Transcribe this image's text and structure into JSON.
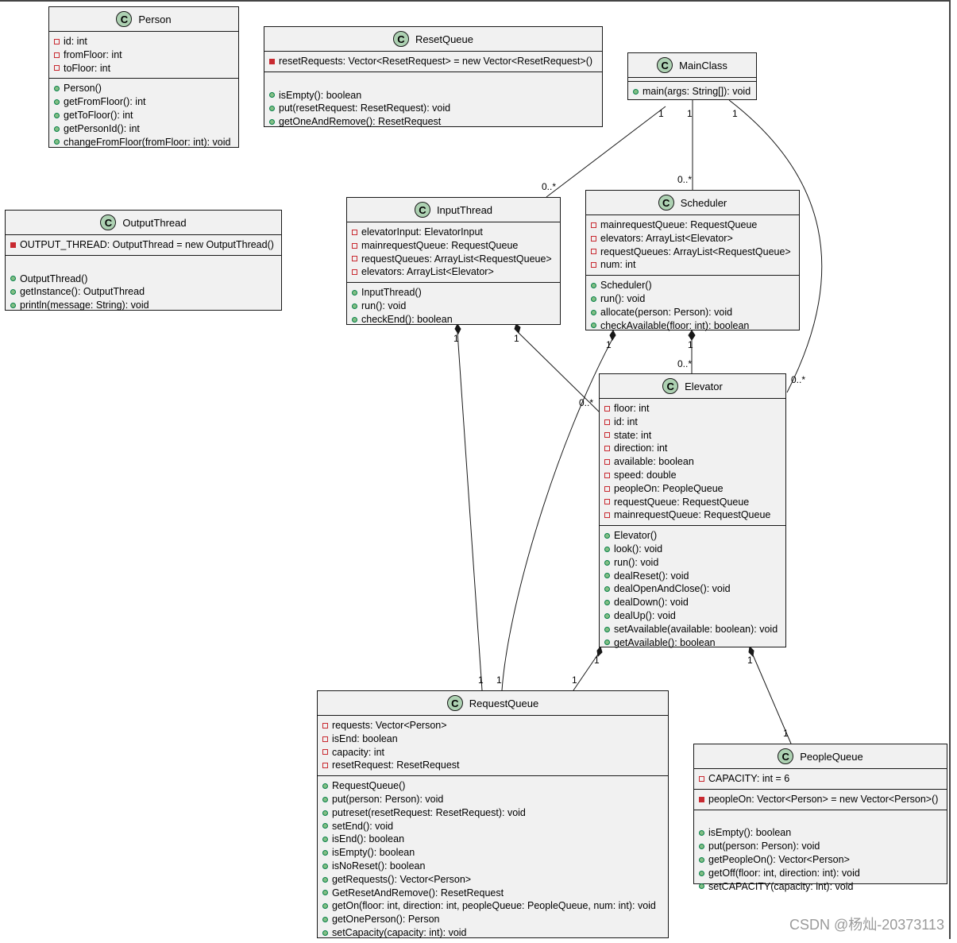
{
  "classes": {
    "person": {
      "name": "Person",
      "fields": [
        {
          "vis": "priv",
          "text": "id: int"
        },
        {
          "vis": "priv",
          "text": "fromFloor: int"
        },
        {
          "vis": "priv",
          "text": "toFloor: int"
        }
      ],
      "methods": [
        {
          "vis": "pub",
          "text": "Person()"
        },
        {
          "vis": "pub",
          "text": "getFromFloor(): int"
        },
        {
          "vis": "pub",
          "text": "getToFloor(): int"
        },
        {
          "vis": "pub",
          "text": "getPersonId(): int"
        },
        {
          "vis": "pub",
          "text": "changeFromFloor(fromFloor: int): void"
        }
      ]
    },
    "resetqueue": {
      "name": "ResetQueue",
      "fields": [
        {
          "vis": "privfill",
          "text": "resetRequests: Vector<ResetRequest> = new Vector<ResetRequest>()"
        }
      ],
      "methods": [
        {
          "vis": "gap",
          "text": ""
        },
        {
          "vis": "pub",
          "text": "isEmpty(): boolean"
        },
        {
          "vis": "pub",
          "text": "put(resetRequest: ResetRequest): void"
        },
        {
          "vis": "pub",
          "text": "getOneAndRemove(): ResetRequest"
        }
      ]
    },
    "mainclass": {
      "name": "MainClass",
      "fields": [],
      "methods": [
        {
          "vis": "pub",
          "text": "main(args: String[]): void"
        }
      ]
    },
    "outputthread": {
      "name": "OutputThread",
      "fields": [
        {
          "vis": "privfill",
          "text": "OUTPUT_THREAD: OutputThread = new OutputThread()"
        }
      ],
      "methods": [
        {
          "vis": "gap",
          "text": ""
        },
        {
          "vis": "pub",
          "text": "OutputThread()"
        },
        {
          "vis": "pub",
          "text": "getInstance(): OutputThread"
        },
        {
          "vis": "pub",
          "text": "println(message: String): void"
        }
      ]
    },
    "inputthread": {
      "name": "InputThread",
      "fields": [
        {
          "vis": "priv",
          "text": "elevatorInput: ElevatorInput"
        },
        {
          "vis": "priv",
          "text": "mainrequestQueue: RequestQueue"
        },
        {
          "vis": "priv",
          "text": "requestQueues: ArrayList<RequestQueue>"
        },
        {
          "vis": "priv",
          "text": "elevators: ArrayList<Elevator>"
        }
      ],
      "methods": [
        {
          "vis": "pub",
          "text": "InputThread()"
        },
        {
          "vis": "pub",
          "text": "run(): void"
        },
        {
          "vis": "pub",
          "text": "checkEnd(): boolean"
        }
      ]
    },
    "scheduler": {
      "name": "Scheduler",
      "fields": [
        {
          "vis": "priv",
          "text": "mainrequestQueue: RequestQueue"
        },
        {
          "vis": "priv",
          "text": "elevators: ArrayList<Elevator>"
        },
        {
          "vis": "priv",
          "text": "requestQueues: ArrayList<RequestQueue>"
        },
        {
          "vis": "priv",
          "text": "num: int"
        }
      ],
      "methods": [
        {
          "vis": "pub",
          "text": "Scheduler()"
        },
        {
          "vis": "pub",
          "text": "run(): void"
        },
        {
          "vis": "pub",
          "text": "allocate(person: Person): void"
        },
        {
          "vis": "pub",
          "text": "checkAvailable(floor: int): boolean"
        }
      ]
    },
    "elevator": {
      "name": "Elevator",
      "fields": [
        {
          "vis": "priv",
          "text": "floor: int"
        },
        {
          "vis": "priv",
          "text": "id: int"
        },
        {
          "vis": "priv",
          "text": "state: int"
        },
        {
          "vis": "priv",
          "text": "direction: int"
        },
        {
          "vis": "priv",
          "text": "available: boolean"
        },
        {
          "vis": "priv",
          "text": "speed: double"
        },
        {
          "vis": "priv",
          "text": "peopleOn: PeopleQueue"
        },
        {
          "vis": "priv",
          "text": "requestQueue: RequestQueue"
        },
        {
          "vis": "priv",
          "text": "mainrequestQueue: RequestQueue"
        }
      ],
      "methods": [
        {
          "vis": "pub",
          "text": "Elevator()"
        },
        {
          "vis": "pub",
          "text": "look(): void"
        },
        {
          "vis": "pub",
          "text": "run(): void"
        },
        {
          "vis": "pub",
          "text": "dealReset(): void"
        },
        {
          "vis": "pub",
          "text": "dealOpenAndClose(): void"
        },
        {
          "vis": "pub",
          "text": "dealDown(): void"
        },
        {
          "vis": "pub",
          "text": "dealUp(): void"
        },
        {
          "vis": "pub",
          "text": "setAvailable(available: boolean): void"
        },
        {
          "vis": "pub",
          "text": "getAvailable(): boolean"
        }
      ]
    },
    "requestqueue": {
      "name": "RequestQueue",
      "fields": [
        {
          "vis": "priv",
          "text": "requests: Vector<Person>"
        },
        {
          "vis": "priv",
          "text": "isEnd: boolean"
        },
        {
          "vis": "priv",
          "text": "capacity: int"
        },
        {
          "vis": "priv",
          "text": "resetRequest: ResetRequest"
        }
      ],
      "methods": [
        {
          "vis": "pub",
          "text": "RequestQueue()"
        },
        {
          "vis": "pub",
          "text": "put(person: Person): void"
        },
        {
          "vis": "pub",
          "text": "putreset(resetRequest: ResetRequest): void"
        },
        {
          "vis": "pub",
          "text": "setEnd(): void"
        },
        {
          "vis": "pub",
          "text": "isEnd(): boolean"
        },
        {
          "vis": "pub",
          "text": "isEmpty(): boolean"
        },
        {
          "vis": "pub",
          "text": "isNoReset(): boolean"
        },
        {
          "vis": "pub",
          "text": "getRequests(): Vector<Person>"
        },
        {
          "vis": "pub",
          "text": "GetResetAndRemove(): ResetRequest"
        },
        {
          "vis": "pub",
          "text": "getOn(floor: int, direction: int, peopleQueue: PeopleQueue, num: int): void"
        },
        {
          "vis": "pub",
          "text": "getOnePerson(): Person"
        },
        {
          "vis": "pub",
          "text": "setCapacity(capacity: int): void"
        }
      ]
    },
    "peoplequeue": {
      "name": "PeopleQueue",
      "fields": [
        {
          "vis": "priv",
          "text": "CAPACITY: int = 6"
        }
      ],
      "fields2": [
        {
          "vis": "privfill",
          "text": "peopleOn: Vector<Person> = new Vector<Person>()"
        }
      ],
      "methods": [
        {
          "vis": "gap",
          "text": ""
        },
        {
          "vis": "pub",
          "text": "isEmpty(): boolean"
        },
        {
          "vis": "pub",
          "text": "put(person: Person): void"
        },
        {
          "vis": "pub",
          "text": "getPeopleOn(): Vector<Person>"
        },
        {
          "vis": "pub",
          "text": "getOff(floor: int, direction: int): void"
        },
        {
          "vis": "pub",
          "text": "setCAPACITY(capacity: int): void"
        }
      ]
    }
  },
  "multiplicities": {
    "main_input_1": "1",
    "main_input_many": "0..*",
    "main_sched_1": "1",
    "main_sched_many": "0..*",
    "main_elev_1": "1",
    "main_elev_many": "0..*",
    "input_rq_1a": "1",
    "input_rq_1b": "1",
    "input_elev_1": "1",
    "input_elev_many": "0..*",
    "sched_rq_1a": "1",
    "sched_rq_1b": "1",
    "sched_elev_1": "1",
    "sched_elev_many": "0..*",
    "elev_rq_1a": "1",
    "elev_rq_1b": "1",
    "elev_pq_1a": "1",
    "elev_pq_1b": "1"
  },
  "watermark": "CSDN @杨灿-20373113",
  "colors": {
    "class_bg": "#f1f1f1",
    "class_icon": "#add1b2",
    "private_marker": "#c82930",
    "public_marker": "#84be84"
  }
}
